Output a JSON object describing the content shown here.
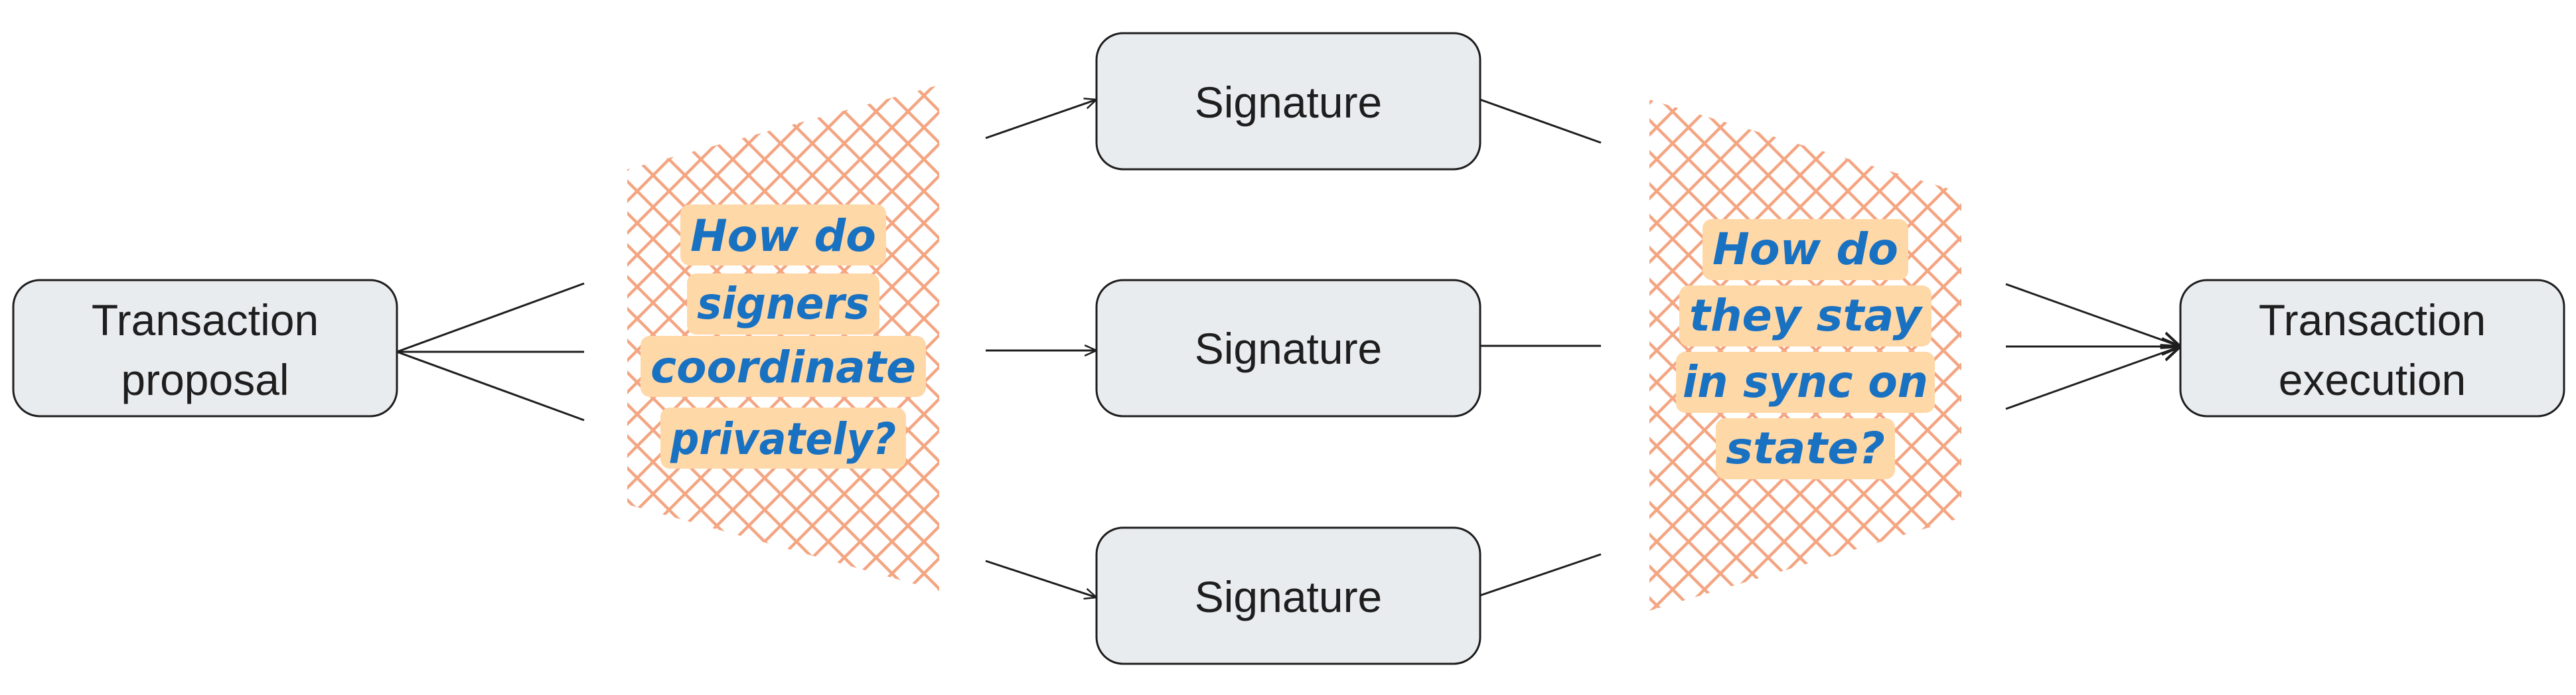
{
  "colors": {
    "box_fill": "#e9ecef",
    "box_stroke": "#1e1e1e",
    "hatch": "#f4a582",
    "highlight": "#ffd8a8",
    "question_text": "#1971c2",
    "connector": "#1e1e1e"
  },
  "nodes": {
    "proposal": {
      "line1": "Transaction",
      "line2": "proposal"
    },
    "signature_top": {
      "label": "Signature"
    },
    "signature_mid": {
      "label": "Signature"
    },
    "signature_bot": {
      "label": "Signature"
    },
    "execution": {
      "line1": "Transaction",
      "line2": "execution"
    }
  },
  "questions": {
    "coordinate": {
      "lines": [
        "How do",
        "signers",
        "coordinate",
        "privately?"
      ]
    },
    "sync": {
      "lines": [
        "How do",
        "they stay",
        "in sync on",
        "state?"
      ]
    }
  }
}
